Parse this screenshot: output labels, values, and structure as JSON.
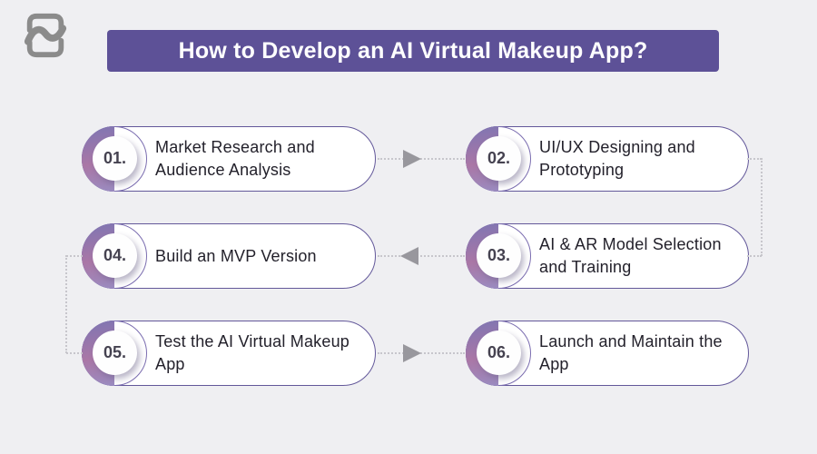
{
  "header": {
    "title": "How to Develop an AI Virtual Makeup App?"
  },
  "steps": [
    {
      "number": "01.",
      "label": "Market Research and Audience Analysis"
    },
    {
      "number": "02.",
      "label": "UI/UX Designing and Prototyping"
    },
    {
      "number": "03.",
      "label": "AI & AR Model Selection and Training"
    },
    {
      "number": "04.",
      "label": "Build an MVP Version"
    },
    {
      "number": "05.",
      "label": "Test the AI Virtual Makeup App"
    },
    {
      "number": "06.",
      "label": "Launch and Maintain the App"
    }
  ],
  "flow": {
    "order": [
      "01",
      "02",
      "03",
      "04",
      "05",
      "06"
    ],
    "arrow_directions": [
      "right",
      "left",
      "right"
    ]
  },
  "icons": {
    "brand_logo": "bracket-swoosh-monogram"
  },
  "colors": {
    "background": "#efeff2",
    "banner_bg": "#5d5197",
    "banner_text": "#ffffff",
    "pill_bg": "#ffffff",
    "pill_border": "#63589a",
    "badge_gradient_top": "#8476b1",
    "badge_gradient_mid": "#aa77a6",
    "badge_gradient_bottom": "#9a8dc2",
    "number_text": "#454250",
    "label_text": "#23212b",
    "connector_dots": "#c7c6cc",
    "arrow": "#98979d",
    "logo_gray": "#8b8b8b"
  }
}
